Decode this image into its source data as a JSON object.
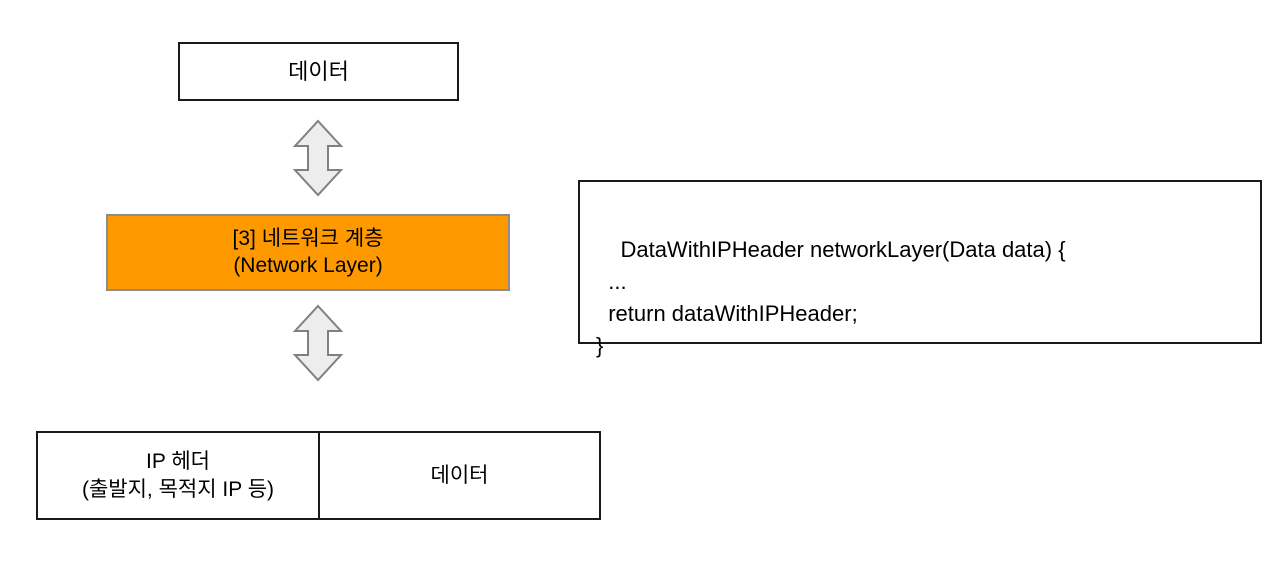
{
  "diagram": {
    "title": "Network Layer encapsulation diagram",
    "colors": {
      "layer_fill": "#FF9900",
      "layer_border": "#8C8C8C",
      "box_border": "#1A1A1A",
      "arrow_fill": "#EDEDED",
      "arrow_stroke": "#808080",
      "background": "#FFFFFF",
      "text": "#000000"
    },
    "top_box": {
      "label": "데이터"
    },
    "layer_box": {
      "label_line1": "[3] 네트워크 계층",
      "label_line2": "(Network Layer)",
      "layer_number": "3",
      "korean_name": "네트워크 계층",
      "english_name": "Network Layer"
    },
    "code_box": {
      "lines": [
        "DataWithIPHeader networkLayer(Data data) {",
        "  ...",
        "  return dataWithIPHeader;",
        "}"
      ],
      "text": "DataWithIPHeader networkLayer(Data data) {\n  ...\n  return dataWithIPHeader;\n}"
    },
    "packet": {
      "cells": [
        {
          "label": "IP 헤더\n(출발지, 목적지 IP 등)"
        },
        {
          "label": "데이터"
        }
      ],
      "header_cell_label": "IP 헤더\n(출발지, 목적지 IP 등)",
      "payload_cell_label": "데이터"
    },
    "arrows": [
      {
        "name": "double-arrow-up-down-upper",
        "direction": "bidirectional-vertical"
      },
      {
        "name": "double-arrow-up-down-lower",
        "direction": "bidirectional-vertical"
      }
    ]
  }
}
